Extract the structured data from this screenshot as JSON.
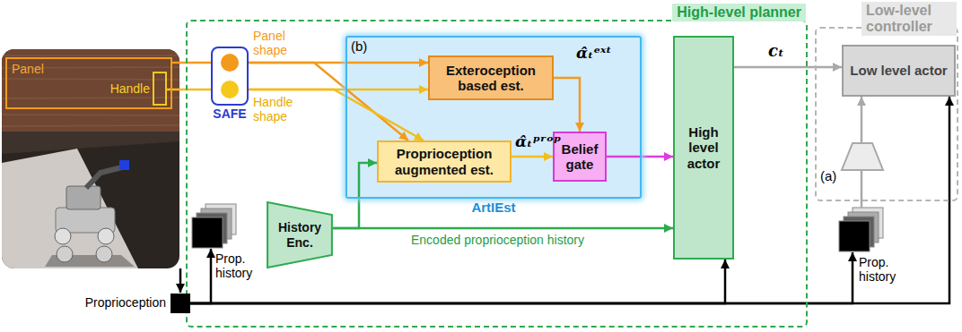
{
  "diagram": {
    "nodes": [
      {
        "text": [
          "High-level planner"
        ]
      },
      {
        "text": [
          "Low-level controller"
        ]
      },
      {
        "text": [
          "Panel"
        ]
      },
      {
        "text": [
          "Handle"
        ],
        "in": 2
      },
      {
        "text": [
          "SAFE"
        ],
        "in": 0
      },
      {
        "text": [
          "ArtIEst"
        ],
        "in": 0
      },
      {
        "text": [
          "Exteroception based est."
        ],
        "in": 5
      },
      {
        "text": [
          "Proprioception augmented est."
        ],
        "in": 5
      },
      {
        "text": [
          "Belief gate"
        ],
        "in": 5
      },
      {
        "text": [
          "History Enc."
        ],
        "in": 0
      },
      {
        "text": [
          "High level actor"
        ],
        "in": 0
      },
      {
        "text": [
          "Low level actor"
        ],
        "in": 1
      },
      {
        "text": [
          "Proprioception"
        ]
      },
      {
        "text": [
          "Prop. history"
        ],
        "in": 0
      },
      {
        "text": [
          "Prop. history"
        ]
      }
    ],
    "edges": [
      {
        "from": 2,
        "to": 4,
        "arrow": "none"
      },
      {
        "from": 3,
        "to": 4,
        "arrow": "none"
      },
      {
        "from": 4,
        "to": 6,
        "label": "Panel shape",
        "arrow": "to"
      },
      {
        "from": 4,
        "to": 6,
        "label": "Handle shape",
        "arrow": "to"
      },
      {
        "from": 4,
        "to": 7,
        "arrow": "to"
      },
      {
        "from": 4,
        "to": 7,
        "arrow": "to"
      },
      {
        "from": 6,
        "to": 8,
        "label": "α̂ₜᵉˣᵗ",
        "arrow": "to"
      },
      {
        "from": 7,
        "to": 8,
        "label": "α̂ₜᵖʳᵒᵖ",
        "arrow": "to"
      },
      {
        "from": 8,
        "to": 10,
        "arrow": "to"
      },
      {
        "from": 9,
        "to": 7,
        "arrow": "to"
      },
      {
        "from": 9,
        "to": 10,
        "label": "Encoded proprioception history",
        "arrow": "to"
      },
      {
        "from": 10,
        "to": 11,
        "label": "cₜ",
        "arrow": "to"
      },
      {
        "from": 12,
        "to": 13,
        "arrow": "to"
      },
      {
        "from": 12,
        "to": 10,
        "arrow": "to"
      },
      {
        "from": 12,
        "to": 14,
        "arrow": "to"
      },
      {
        "from": 12,
        "to": 11,
        "arrow": "to"
      },
      {
        "from": 14,
        "to": 11,
        "arrow": "to"
      }
    ],
    "labels": [
      "(b)",
      "(a)"
    ]
  }
}
